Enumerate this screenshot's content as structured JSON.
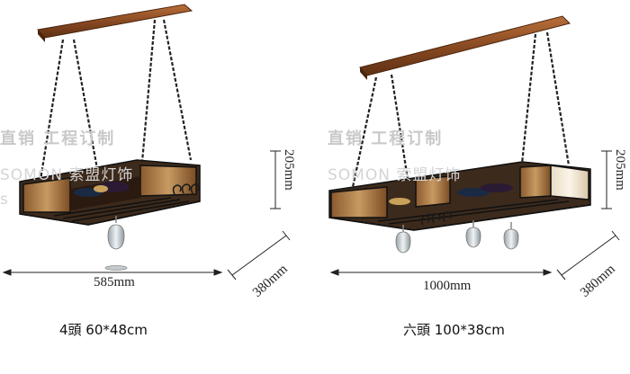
{
  "watermark": {
    "text_1": "直销 工程订制",
    "text_2": "SOMON 索盟灯饰",
    "text_3": "s",
    "text_4": "直销 工程订制",
    "text_5": "SOMON 索盟灯饰"
  },
  "left_product": {
    "height_label": "205mm",
    "depth_label": "380mm",
    "width_label": "585mm",
    "caption": "4頭  60*48cm"
  },
  "right_product": {
    "height_label": "205mm",
    "depth_label": "380mm",
    "width_label": "1000mm",
    "caption": "六頭  100*38cm"
  }
}
